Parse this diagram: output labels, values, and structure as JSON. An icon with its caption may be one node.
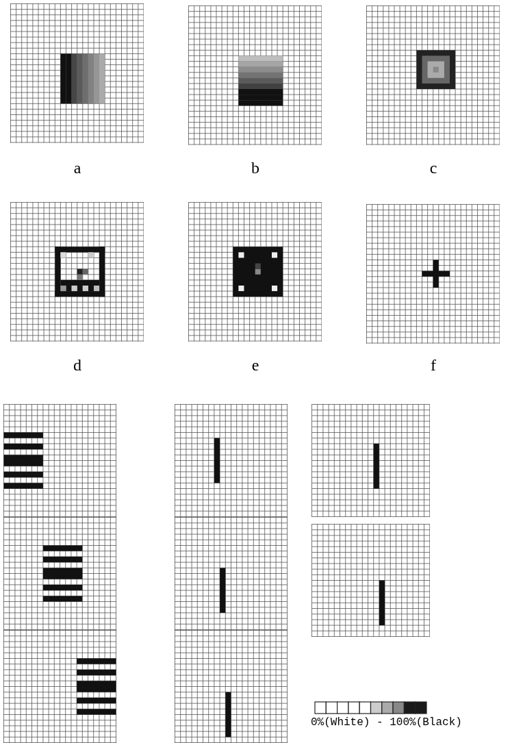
{
  "diagram": {
    "labels": [
      "a",
      "b",
      "c",
      "d",
      "e",
      "f"
    ],
    "legend": [
      {
        "text": "0%(White) - 100%(Black)"
      }
    ]
  }
}
